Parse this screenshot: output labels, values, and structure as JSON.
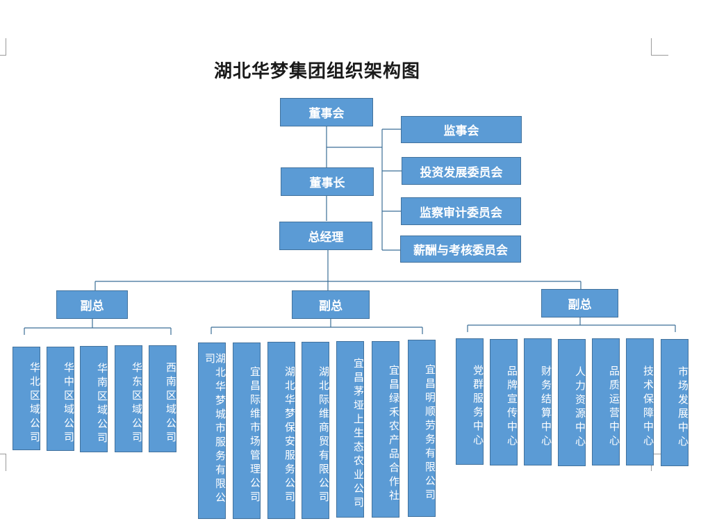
{
  "title": "湖北华梦集团组织架构图",
  "top": {
    "board": "董事会",
    "chairman": "董事长",
    "gm": "总经理"
  },
  "committees": [
    "监事会",
    "投资发展委员会",
    "监察审计委员会",
    "薪酬与考核委员会"
  ],
  "vps": [
    "副总",
    "副总",
    "副总"
  ],
  "group_left": [
    "华北区域公司",
    "华中区域公司",
    "华南区域公司",
    "华东区域公司",
    "西南区域公司"
  ],
  "group_mid": [
    "湖北华梦城市服务有限公司",
    "宜昌际维市场管理公司",
    "湖北华梦保安服务公司",
    "湖北际维商贸有限公司",
    "宜昌茅垭上生态农业公司",
    "宜昌绿禾农产品合作社",
    "宜昌明顺劳务有限公司"
  ],
  "group_right": [
    "党群服务中心",
    "品牌宣传中心",
    "财务结算中心",
    "人力资源中心",
    "品质运营中心",
    "技术保障中心",
    "市场发展中心"
  ],
  "colors": {
    "box_fill": "#5b9bd5",
    "box_border": "#41719c",
    "connector": "#3b6e96"
  }
}
